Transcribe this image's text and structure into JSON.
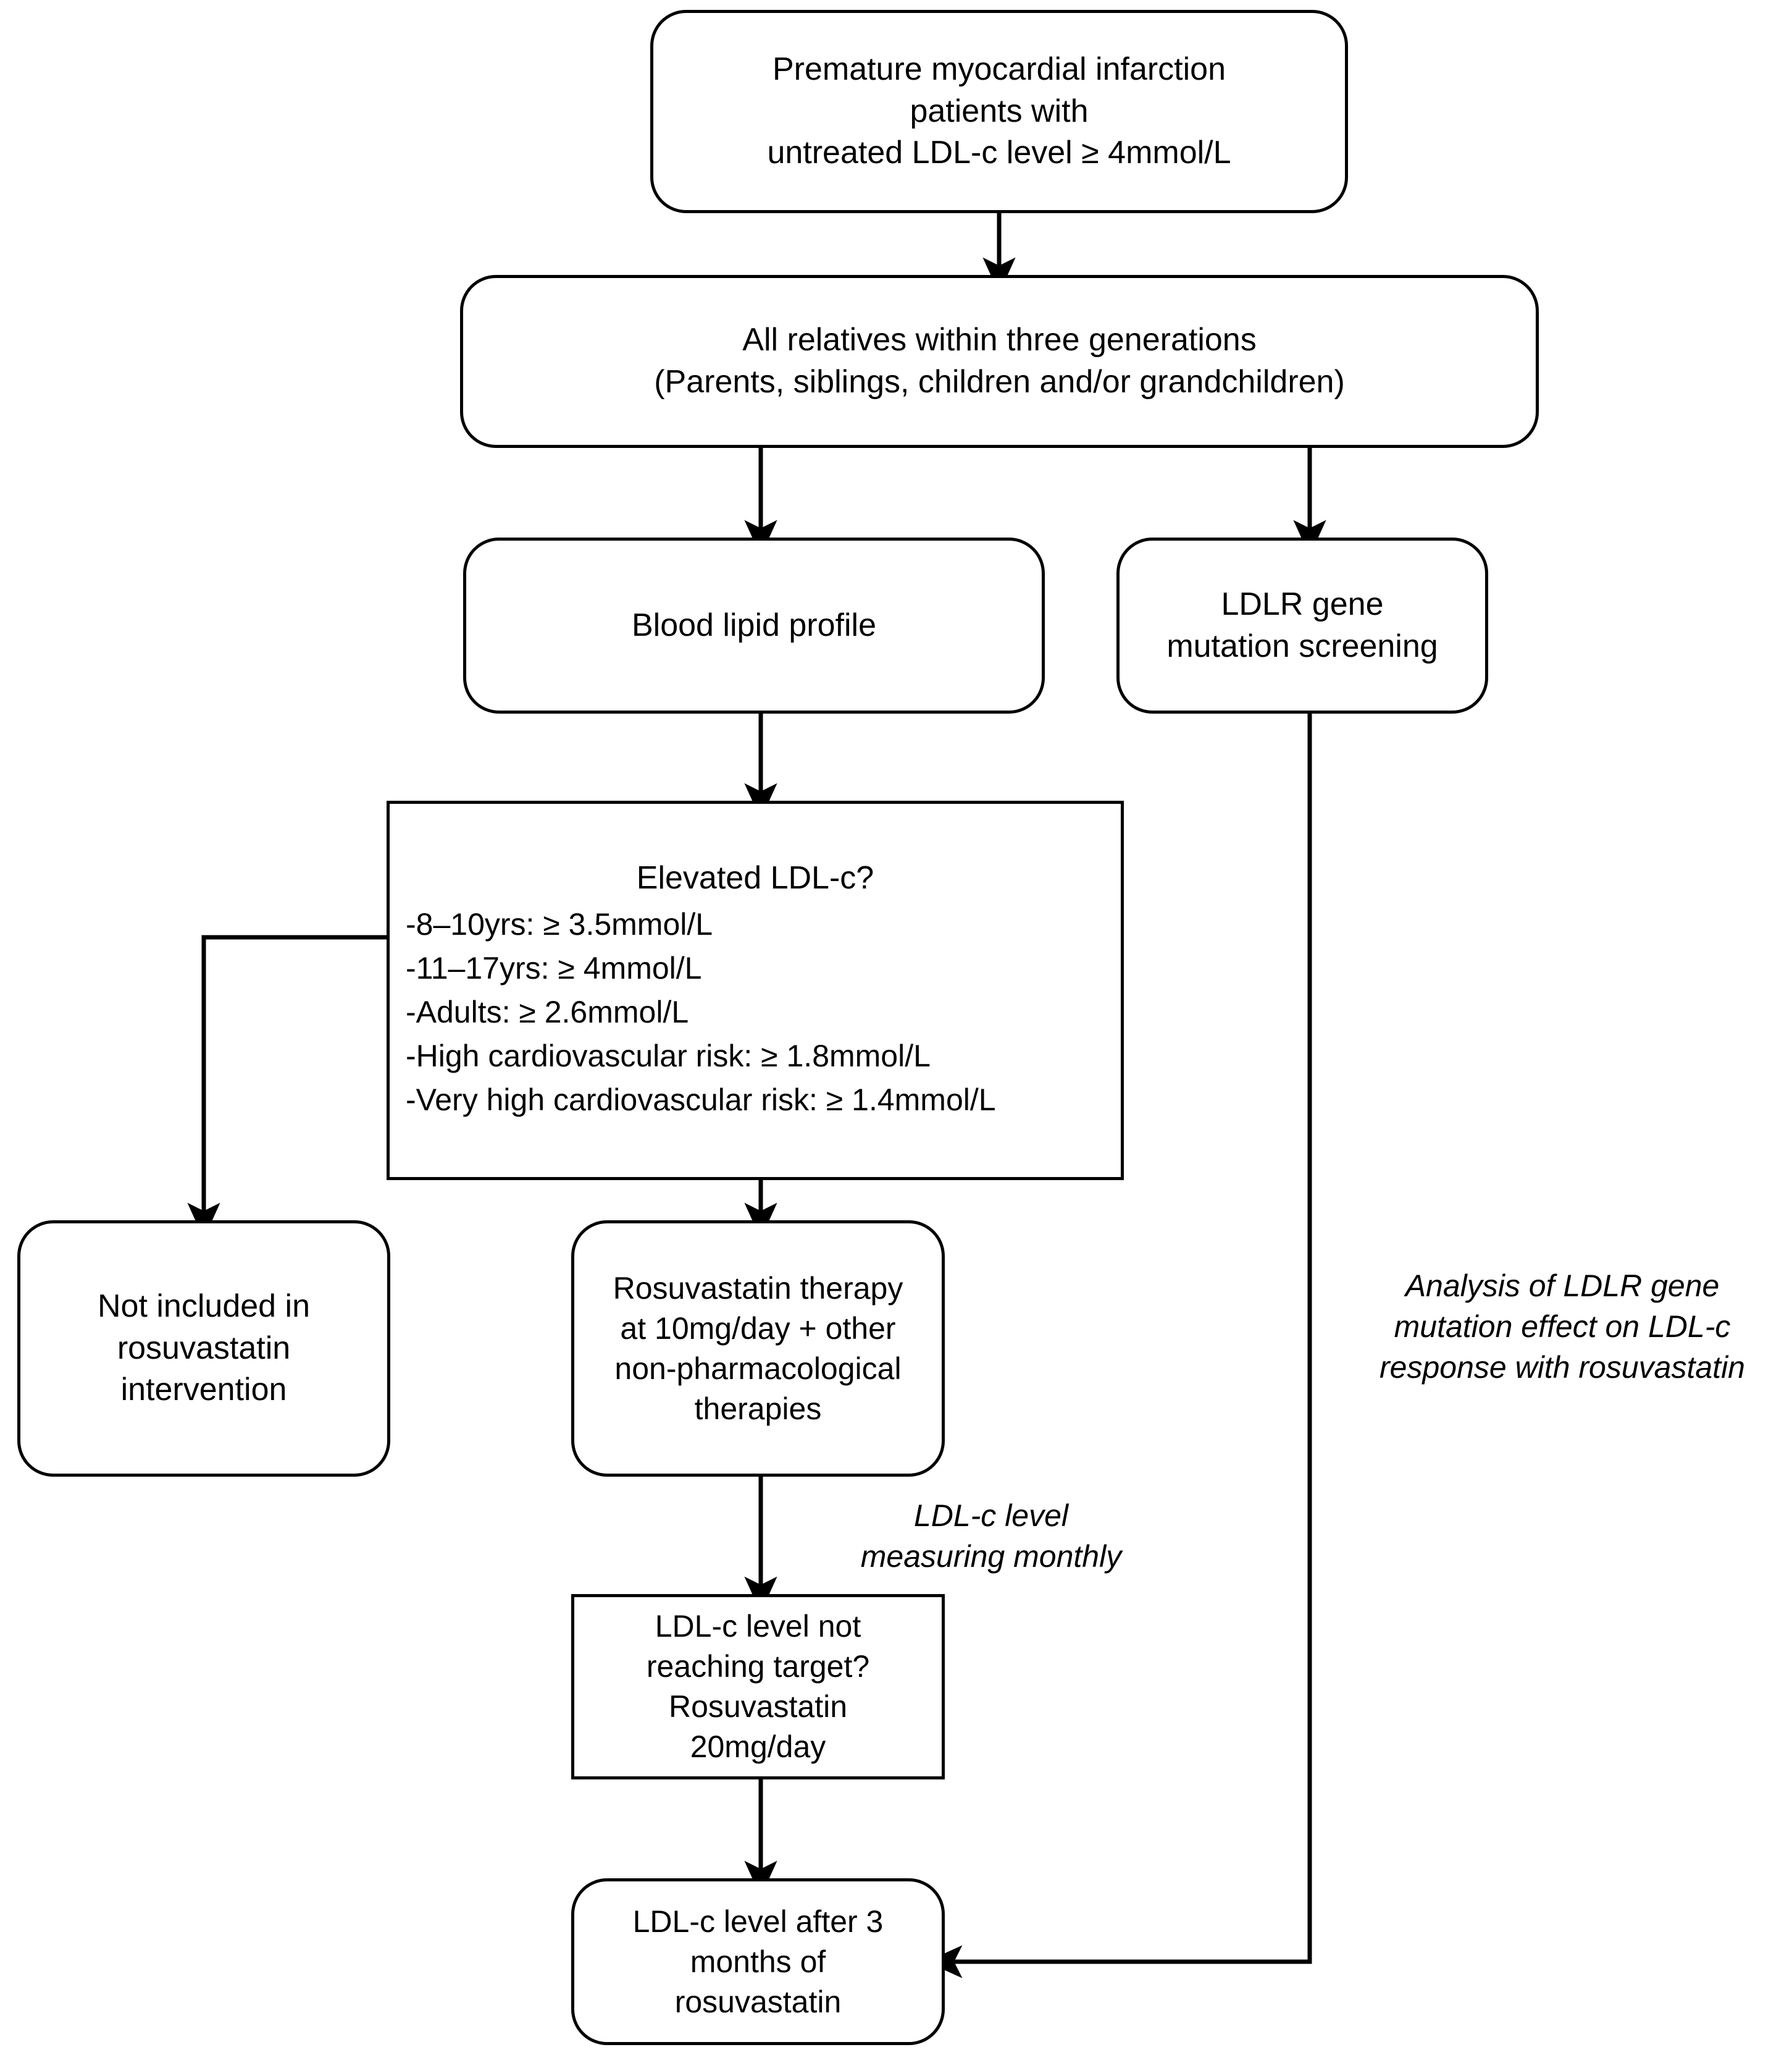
{
  "diagram": {
    "title_present": false,
    "stroke_color": "#000000",
    "background_color": "#ffffff",
    "nodes": {
      "premature_mi": {
        "label": "Premature myocardial infarction\npatients with\nuntreated LDL-c level ≥ 4mmol/L",
        "shape": "rounded-rect"
      },
      "relatives": {
        "label": "All relatives within three generations\n(Parents, siblings, children and/or grandchildren)",
        "shape": "rounded-rect"
      },
      "blood_lipid": {
        "label": "Blood lipid profile",
        "shape": "rounded-rect"
      },
      "ldlr_screening": {
        "label": "LDLR gene\nmutation screening",
        "shape": "rounded-rect"
      },
      "elevated_decision": {
        "title": "Elevated LDL-c?",
        "criteria": [
          "-8–10yrs: ≥ 3.5mmol/L",
          "-11–17yrs: ≥ 4mmol/L",
          "-Adults: ≥ 2.6mmol/L",
          "-High cardiovascular risk: ≥ 1.8mmol/L",
          "-Very high cardiovascular risk: ≥ 1.4mmol/L"
        ],
        "shape": "rect"
      },
      "not_included": {
        "label": "Not included in\nrosuvastatin\nintervention",
        "shape": "rounded-rect"
      },
      "rosuvastatin_therapy": {
        "label": "Rosuvastatin therapy\nat 10mg/day + other\nnon-pharmacological\ntherapies",
        "shape": "rounded-rect"
      },
      "not_reaching_target": {
        "label": "LDL-c level not\nreaching target?\nRosuvastatin\n20mg/day",
        "shape": "rect"
      },
      "ldlc_after_3months": {
        "label": "LDL-c level after 3\nmonths of\nrosuvastatin",
        "shape": "rounded-rect"
      }
    },
    "annotations": {
      "analysis_note": "Analysis of LDLR gene\nmutation effect on LDL-c\nresponse with rosuvastatin",
      "monthly_note": "LDL-c level\nmeasuring monthly"
    },
    "edges": [
      {
        "from": "premature_mi",
        "to": "relatives",
        "type": "arrow-down"
      },
      {
        "from": "relatives",
        "to": "blood_lipid",
        "type": "arrow-down"
      },
      {
        "from": "relatives",
        "to": "ldlr_screening",
        "type": "arrow-down"
      },
      {
        "from": "blood_lipid",
        "to": "elevated_decision",
        "type": "arrow-down"
      },
      {
        "from": "elevated_decision",
        "to": "not_included",
        "type": "elbow-left-down"
      },
      {
        "from": "elevated_decision",
        "to": "rosuvastatin_therapy",
        "type": "arrow-down"
      },
      {
        "from": "rosuvastatin_therapy",
        "to": "not_reaching_target",
        "type": "arrow-down"
      },
      {
        "from": "not_reaching_target",
        "to": "ldlc_after_3months",
        "type": "arrow-down"
      },
      {
        "from": "ldlr_screening",
        "to": "ldlc_after_3months",
        "type": "elbow-down-left"
      }
    ]
  }
}
